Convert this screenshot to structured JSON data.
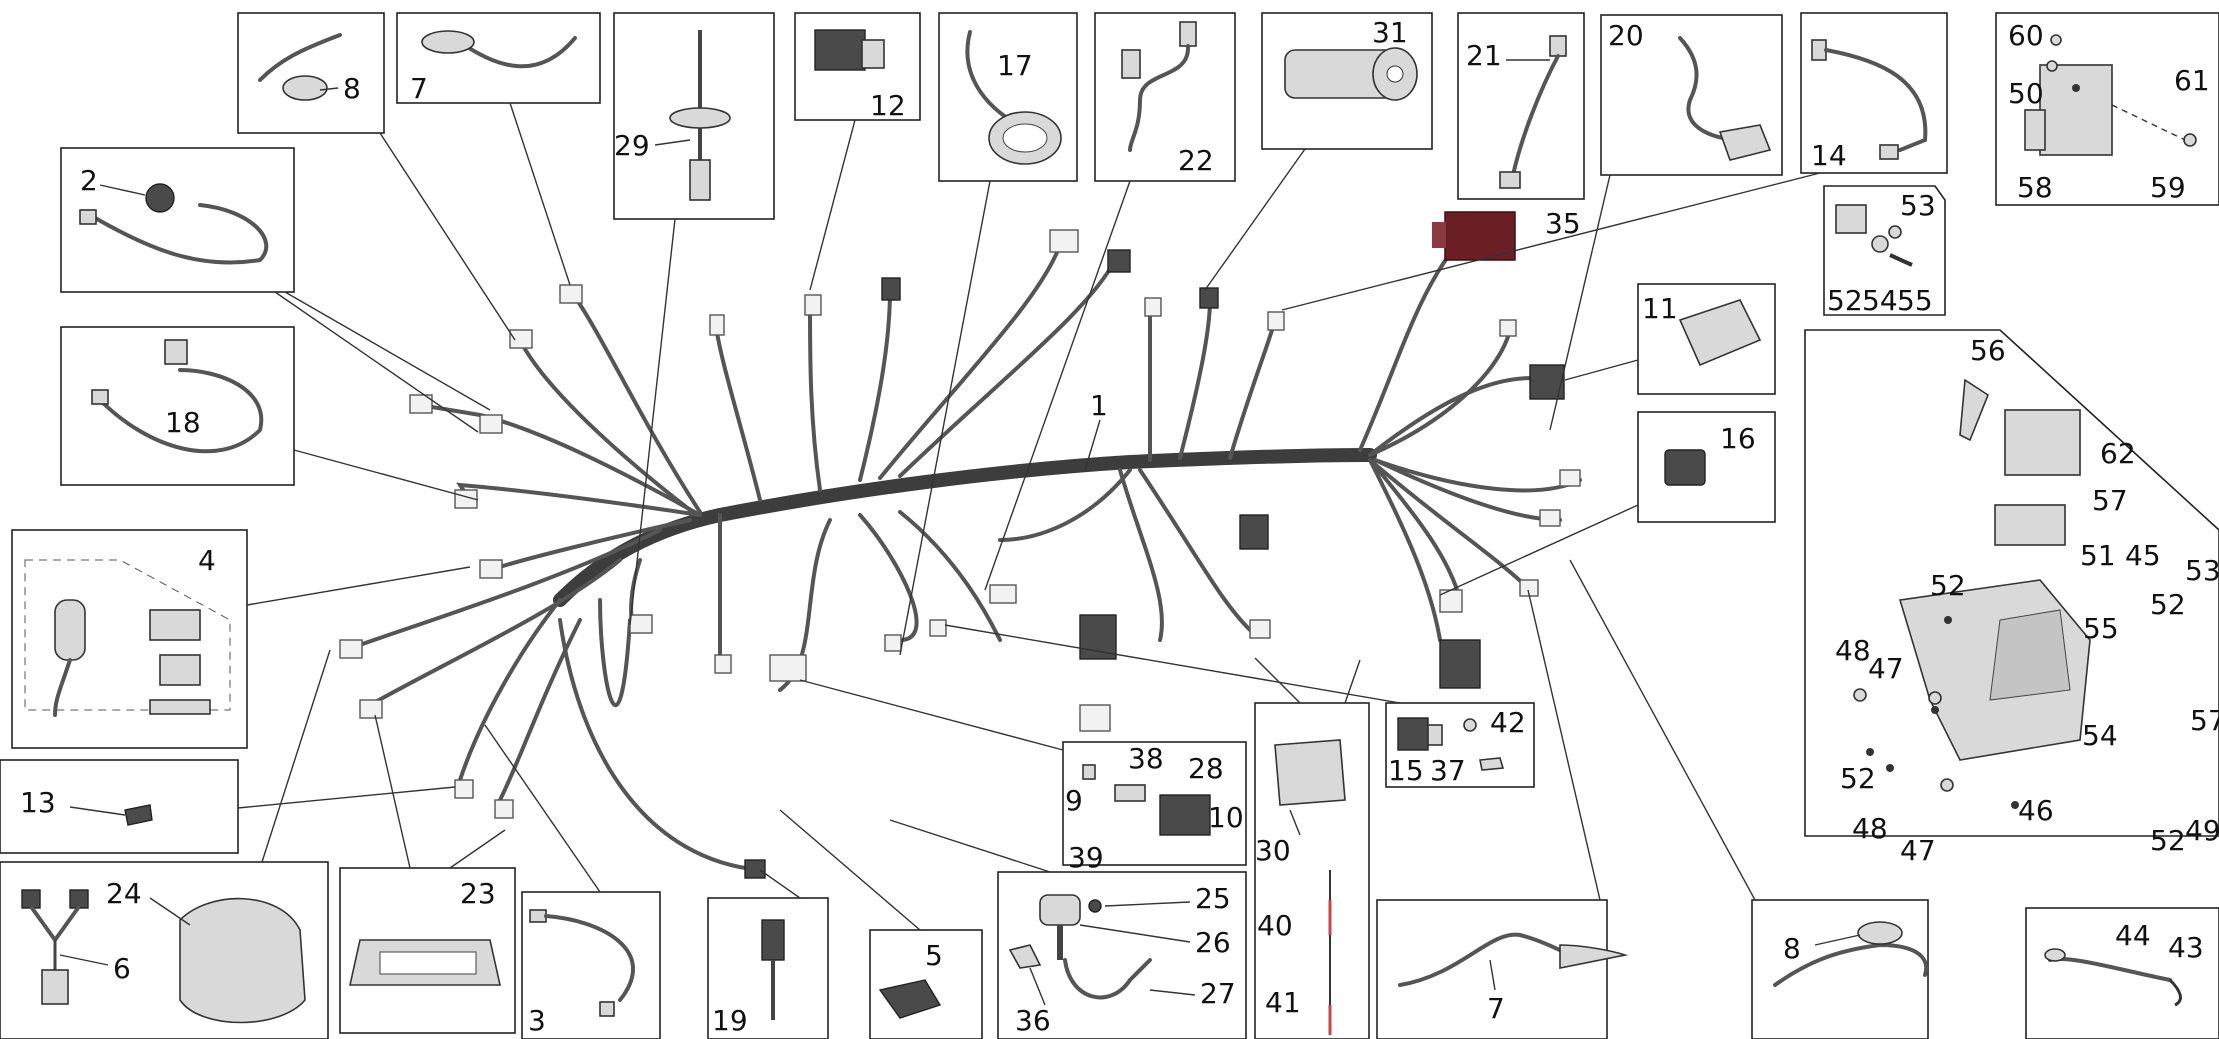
{
  "labels": {
    "p1": "1",
    "p2": "2",
    "p3": "3",
    "p4": "4",
    "p5": "5",
    "p6": "6",
    "p7a": "7",
    "p7b": "7",
    "p8a": "8",
    "p8b": "8",
    "p9": "9",
    "p10": "10",
    "p11": "11",
    "p12": "12",
    "p13": "13",
    "p14": "14",
    "p15": "15",
    "p16": "16",
    "p17": "17",
    "p18": "18",
    "p19": "19",
    "p20": "20",
    "p21": "21",
    "p22": "22",
    "p23": "23",
    "p24": "24",
    "p25": "25",
    "p26": "26",
    "p27": "27",
    "p28": "28",
    "p29": "29",
    "p30": "30",
    "p31": "31",
    "p35": "35",
    "p36": "36",
    "p37": "37",
    "p38": "38",
    "p39": "39",
    "p40": "40",
    "p41": "41",
    "p42": "42",
    "p43": "43",
    "p44": "44",
    "p45": "45",
    "p46": "46",
    "p47a": "47",
    "p47b": "47",
    "p48a": "48",
    "p48b": "48",
    "p49": "49",
    "p50": "50",
    "p51": "51",
    "p52a": "52",
    "p52b": "52",
    "p52c": "52",
    "p52d": "52",
    "p52e": "52",
    "p53a": "53",
    "p53b": "53",
    "p54a": "54",
    "p54b": "54",
    "p55a": "55",
    "p55b": "55",
    "p56": "56",
    "p57a": "57",
    "p57b": "57",
    "p58": "58",
    "p59": "59",
    "p60": "60",
    "p61": "61",
    "p62": "62"
  },
  "colors": {
    "relay_35": "#6b1f25",
    "ink": "#111111",
    "harness": "#3d3d3d"
  }
}
